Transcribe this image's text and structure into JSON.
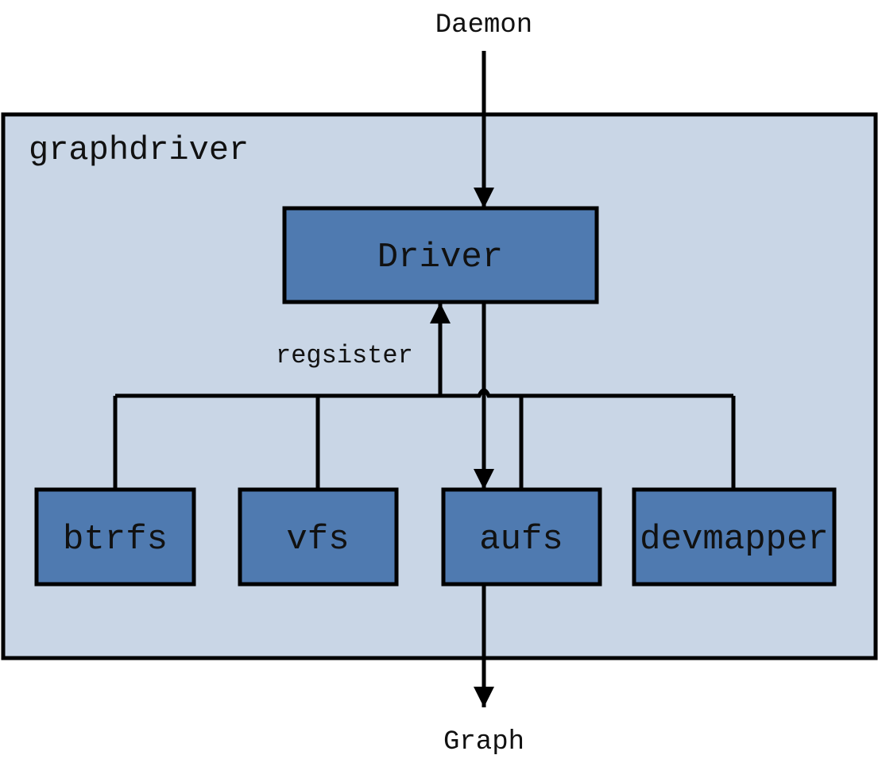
{
  "diagram": {
    "input_label": "Daemon",
    "output_label": "Graph",
    "container_label": "graphdriver",
    "interface_label": "Driver",
    "register_label": "regsister",
    "drivers": [
      "btrfs",
      "vfs",
      "aufs",
      "devmapper"
    ]
  },
  "colors": {
    "container_fill": "#c9d6e6",
    "box_fill": "#4f7ab0",
    "stroke": "#000000",
    "text": "#111111"
  }
}
